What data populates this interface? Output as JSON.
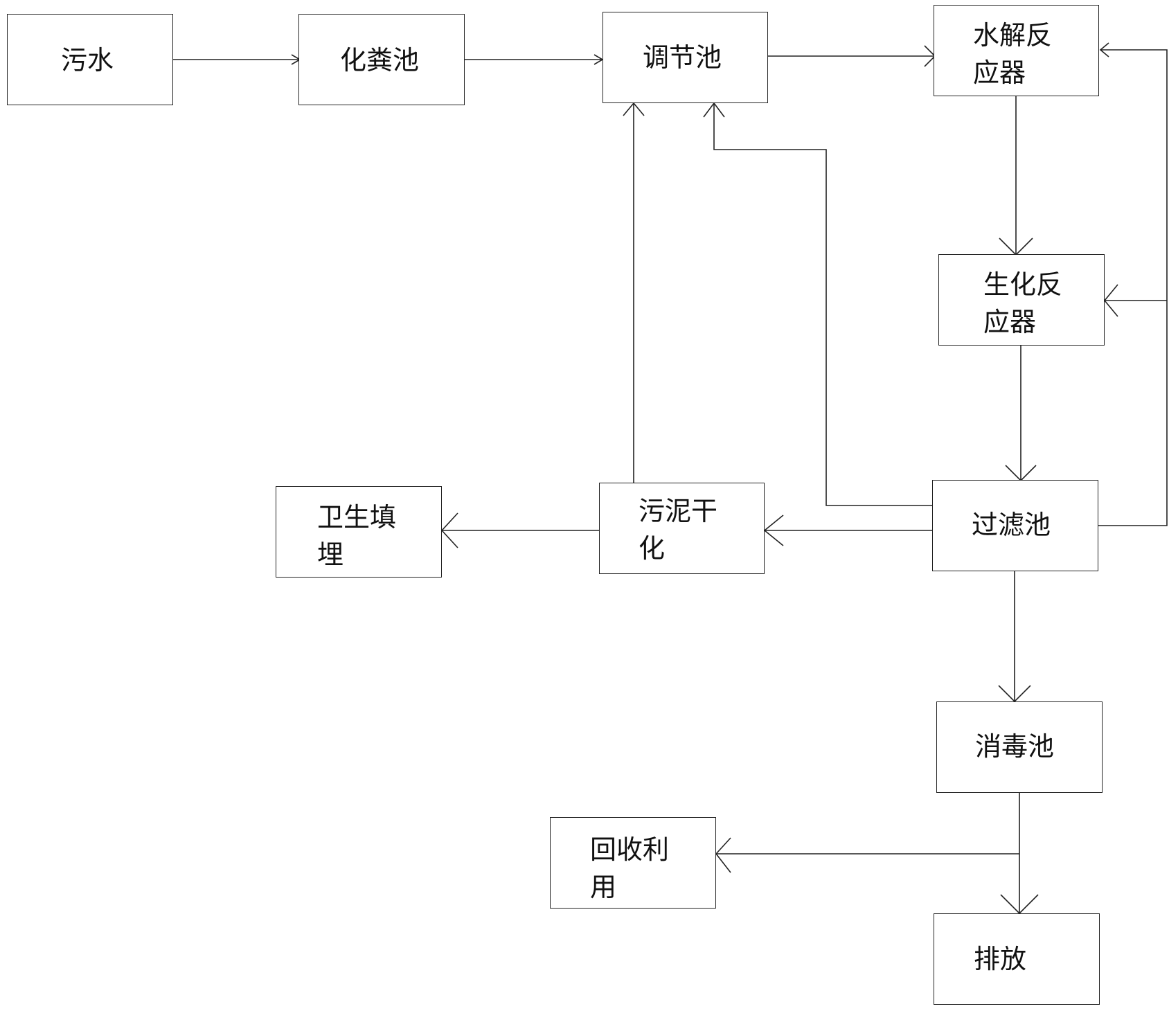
{
  "nodes": {
    "sewage": {
      "line1": "污水",
      "line2": ""
    },
    "septic_tank": {
      "line1": "化粪池",
      "line2": ""
    },
    "regulating_tank": {
      "line1": "调节池",
      "line2": ""
    },
    "hydrolysis_reactor": {
      "line1": "水解反",
      "line2": "应器"
    },
    "biochemical_reactor": {
      "line1": "生化反",
      "line2": "应器"
    },
    "filter_tank": {
      "line1": "过滤池",
      "line2": ""
    },
    "sludge_drying": {
      "line1": "污泥干",
      "line2": "化"
    },
    "sanitary_landfill": {
      "line1": "卫生填",
      "line2": "埋"
    },
    "disinfection_tank": {
      "line1": "消毒池",
      "line2": ""
    },
    "recycling": {
      "line1": "回收利",
      "line2": "用"
    },
    "discharge": {
      "line1": "排放",
      "line2": ""
    }
  },
  "edges": [
    {
      "from": "sewage",
      "to": "septic_tank"
    },
    {
      "from": "septic_tank",
      "to": "regulating_tank"
    },
    {
      "from": "regulating_tank",
      "to": "hydrolysis_reactor"
    },
    {
      "from": "hydrolysis_reactor",
      "to": "biochemical_reactor"
    },
    {
      "from": "biochemical_reactor",
      "to": "filter_tank"
    },
    {
      "from": "filter_tank",
      "to": "regulating_tank"
    },
    {
      "from": "filter_tank",
      "to": "sludge_drying"
    },
    {
      "from": "sludge_drying",
      "to": "regulating_tank"
    },
    {
      "from": "sludge_drying",
      "to": "sanitary_landfill"
    },
    {
      "from": "filter_tank",
      "to": "disinfection_tank"
    },
    {
      "from": "filter_tank",
      "to": "hydrolysis_reactor"
    },
    {
      "from": "filter_tank",
      "to": "biochemical_reactor"
    },
    {
      "from": "disinfection_tank",
      "to": "recycling"
    },
    {
      "from": "disinfection_tank",
      "to": "discharge"
    }
  ]
}
